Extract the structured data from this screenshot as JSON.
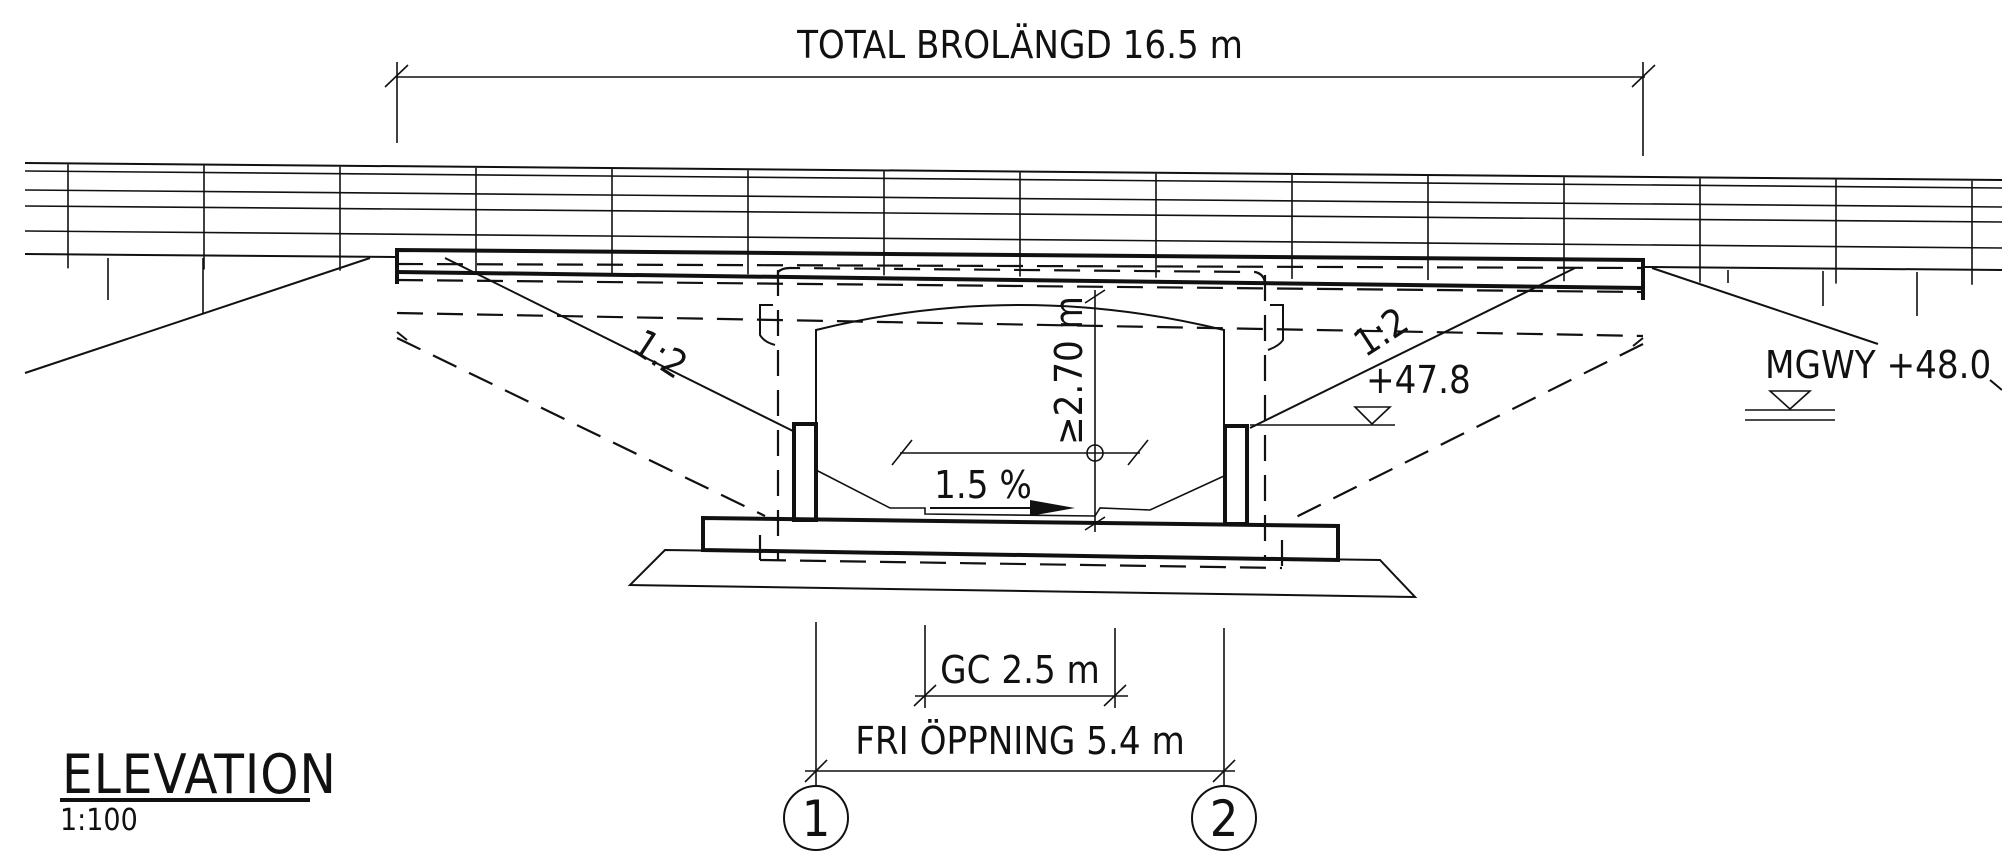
{
  "drawing": {
    "title": "ELEVATION",
    "scale": "1:100",
    "total_length": "TOTAL BROLÄNGD 16.5 m",
    "slope_left": "1:2",
    "slope_right": "1:2",
    "clearance": "≥2.70 m",
    "gradient": "1.5 %",
    "level_left": "+47.8",
    "level_right": "MGWY +48.0",
    "gc_width": "GC 2.5 m",
    "free_opening": "FRI ÖPPNING 5.4 m",
    "support_1": "1",
    "support_2": "2"
  }
}
